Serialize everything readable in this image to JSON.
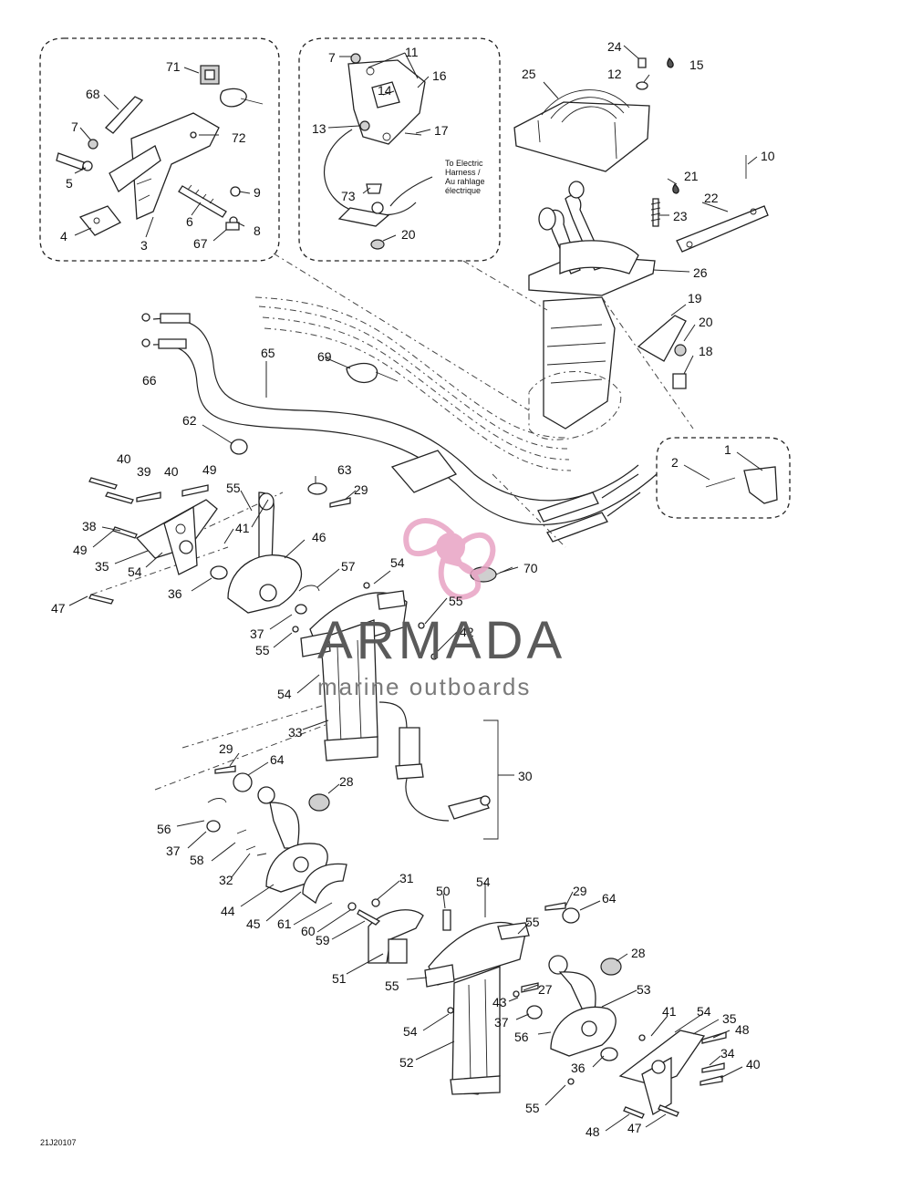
{
  "image_code": "21J20107",
  "harness_note": [
    "To Electric",
    "Harness /",
    "Au rahlage",
    "électrique"
  ],
  "watermark": {
    "title": "ARMADA",
    "subtitle": "marine outboards",
    "logo": "propeller-logo",
    "colors": {
      "logo": "#e8a3c4",
      "title": "#5a5a5a",
      "subtitle": "#7a7a7a"
    }
  },
  "callouts": [
    "71",
    "68",
    "7",
    "72",
    "5",
    "9",
    "6",
    "8",
    "4",
    "3",
    "67",
    "7",
    "11",
    "16",
    "14",
    "13",
    "17",
    "73",
    "20",
    "24",
    "15",
    "12",
    "25",
    "21",
    "10",
    "22",
    "23",
    "26",
    "19",
    "20",
    "18",
    "1",
    "2",
    "65",
    "69",
    "66",
    "62",
    "40",
    "39",
    "40",
    "49",
    "63",
    "29",
    "55",
    "38",
    "41",
    "46",
    "49",
    "35",
    "54",
    "57",
    "54",
    "70",
    "36",
    "47",
    "55",
    "37",
    "55",
    "42",
    "54",
    "33",
    "30",
    "29",
    "64",
    "28",
    "56",
    "37",
    "58",
    "32",
    "44",
    "45",
    "61",
    "60",
    "59",
    "31",
    "50",
    "54",
    "29",
    "64",
    "55",
    "28",
    "51",
    "55",
    "27",
    "53",
    "43",
    "37",
    "56",
    "41",
    "54",
    "35",
    "48",
    "54",
    "34",
    "52",
    "40",
    "36",
    "55",
    "48",
    "47"
  ]
}
